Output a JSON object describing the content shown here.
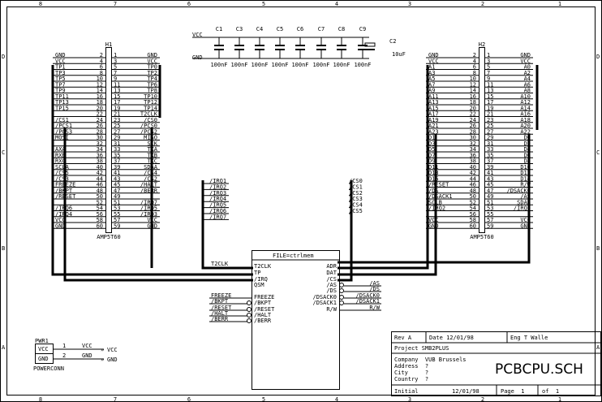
{
  "border": {
    "cols": [
      "8",
      "7",
      "6",
      "5",
      "4",
      "3",
      "2",
      "1"
    ],
    "rows": [
      "D",
      "C",
      "B",
      "A"
    ]
  },
  "caps": {
    "vcc": "VCC",
    "gnd": "GND",
    "names": [
      "C1",
      "C3",
      "C4",
      "C5",
      "C6",
      "C7",
      "C8",
      "C9"
    ],
    "values": [
      "100nF",
      "100nF",
      "100nF",
      "100nF",
      "100nF",
      "100nF",
      "100nF",
      "100nF"
    ],
    "c2_name": "C2",
    "c2_value": "10uF"
  },
  "h1": {
    "name": "H1",
    "part": "AMP5T60",
    "left": [
      [
        "GND",
        "2"
      ],
      [
        "VCC",
        "4"
      ],
      [
        "TP1",
        "6"
      ],
      [
        "TP3",
        "8"
      ],
      [
        "TP5",
        "10"
      ],
      [
        "TP7",
        "12"
      ],
      [
        "TP9",
        "14"
      ],
      [
        "TP11",
        "16"
      ],
      [
        "TP13",
        "18"
      ],
      [
        "TP15",
        "20"
      ],
      [
        "",
        "22"
      ],
      [
        "/CS1",
        "24"
      ],
      [
        "/PCS1",
        "26"
      ],
      [
        "/PCS3",
        "28"
      ],
      [
        "MOSI",
        "30"
      ],
      [
        "",
        "32"
      ],
      [
        "AXA",
        "34"
      ],
      [
        "RXB",
        "36"
      ],
      [
        "RXC",
        "38"
      ],
      [
        "SCLA",
        "40"
      ],
      [
        "/CS5",
        "42"
      ],
      [
        "/CS3",
        "44"
      ],
      [
        "FREEZE",
        "46"
      ],
      [
        "/BKPT",
        "48"
      ],
      [
        "/RESET",
        "50"
      ],
      [
        "",
        "52"
      ],
      [
        "/IRQ6",
        "54"
      ],
      [
        "/IRQ4",
        "56"
      ],
      [
        "VCC",
        "58"
      ],
      [
        "GND",
        "60"
      ]
    ],
    "right": [
      [
        "1",
        "GND"
      ],
      [
        "3",
        "VCC"
      ],
      [
        "5",
        "TP0"
      ],
      [
        "7",
        "TP2"
      ],
      [
        "9",
        "TP4"
      ],
      [
        "11",
        "TP6"
      ],
      [
        "13",
        "TP8"
      ],
      [
        "15",
        "TP10"
      ],
      [
        "17",
        "TP12"
      ],
      [
        "19",
        "TP14"
      ],
      [
        "21",
        "T2CLK"
      ],
      [
        "23",
        "/CS0"
      ],
      [
        "25",
        "/PCS0"
      ],
      [
        "27",
        "/PCS2"
      ],
      [
        "29",
        "MISO"
      ],
      [
        "31",
        "SCK"
      ],
      [
        "33",
        "TXA"
      ],
      [
        "35",
        "TXB"
      ],
      [
        "37",
        "TXC"
      ],
      [
        "39",
        "SDAA"
      ],
      [
        "41",
        "/CS4"
      ],
      [
        "43",
        "/CS2"
      ],
      [
        "45",
        "/HALT"
      ],
      [
        "47",
        "/BERR"
      ],
      [
        "49",
        ""
      ],
      [
        "51",
        "/IRQ7"
      ],
      [
        "53",
        "/IRQ5"
      ],
      [
        "55",
        "/IRQ3"
      ],
      [
        "57",
        "VCC"
      ],
      [
        "59",
        "GND"
      ]
    ]
  },
  "h2": {
    "name": "H2",
    "part": "AMP5T60",
    "left": [
      [
        "GND",
        "2"
      ],
      [
        "VCC",
        "4"
      ],
      [
        "A1",
        "6"
      ],
      [
        "A3",
        "8"
      ],
      [
        "A5",
        "10"
      ],
      [
        "A7",
        "12"
      ],
      [
        "A9",
        "14"
      ],
      [
        "A11",
        "16"
      ],
      [
        "A13",
        "18"
      ],
      [
        "A15",
        "20"
      ],
      [
        "A17",
        "22"
      ],
      [
        "A19",
        "24"
      ],
      [
        "A21",
        "26"
      ],
      [
        "A23",
        "28"
      ],
      [
        "D1",
        "30"
      ],
      [
        "D3",
        "32"
      ],
      [
        "D5",
        "34"
      ],
      [
        "D7",
        "36"
      ],
      [
        "D9",
        "38"
      ],
      [
        "D11",
        "40"
      ],
      [
        "D13",
        "42"
      ],
      [
        "D15",
        "44"
      ],
      [
        "/RESET",
        "46"
      ],
      [
        "/DS",
        "48"
      ],
      [
        "/DSACK1",
        "50"
      ],
      [
        "SCLB",
        "52"
      ],
      [
        "/IRQ2",
        "54"
      ],
      [
        "",
        "56"
      ],
      [
        "VCC",
        "58"
      ],
      [
        "GND",
        "60"
      ]
    ],
    "right": [
      [
        "1",
        "GND"
      ],
      [
        "3",
        "VCC"
      ],
      [
        "5",
        "A0"
      ],
      [
        "7",
        "A2"
      ],
      [
        "9",
        "A4"
      ],
      [
        "11",
        "A6"
      ],
      [
        "13",
        "A8"
      ],
      [
        "15",
        "A10"
      ],
      [
        "17",
        "A12"
      ],
      [
        "19",
        "A14"
      ],
      [
        "21",
        "A16"
      ],
      [
        "23",
        "A18"
      ],
      [
        "25",
        "A20"
      ],
      [
        "27",
        "A22"
      ],
      [
        "29",
        "D0"
      ],
      [
        "31",
        "D2"
      ],
      [
        "33",
        "D4"
      ],
      [
        "35",
        "D6"
      ],
      [
        "37",
        "D8"
      ],
      [
        "39",
        "D10"
      ],
      [
        "41",
        "D12"
      ],
      [
        "43",
        "D14"
      ],
      [
        "45",
        "R/W"
      ],
      [
        "47",
        "/DSACK0"
      ],
      [
        "49",
        "/AS"
      ],
      [
        "51",
        "SDAB"
      ],
      [
        "53",
        "/IRQ1"
      ],
      [
        "55",
        ""
      ],
      [
        "57",
        "VCC"
      ],
      [
        "59",
        "GND"
      ]
    ]
  },
  "irq_nets": [
    "/IRQ1",
    "/IRQ2",
    "/IRQ3",
    "/IRQ4",
    "/IRQ5",
    "/IRQ6",
    "/IRQ7"
  ],
  "cs_nets": [
    "/CS0",
    "/CS1",
    "/CS2",
    "/CS3",
    "/CS4",
    "/CS5"
  ],
  "sheet": {
    "title": "FILE=ctrlmem",
    "left_pins": [
      "T2CLK",
      "TP",
      "/IRQ",
      "QSM",
      "FREEZE",
      "/BKPT",
      "/RESET",
      "/HALT",
      "/BERR"
    ],
    "right_pins": [
      "ADR",
      "DAT",
      "/CS",
      "/AS",
      "/DS",
      "/DSACK0",
      "/DSACK1",
      "R/W"
    ],
    "left_nets": [
      "T2CLK",
      "FREEZE",
      "/BKPT",
      "/RESET",
      "/HALT",
      "/BERR"
    ],
    "right_nets": [
      "/AS",
      "/DS",
      "/DSACK0",
      "/DSACK1",
      "R/W"
    ]
  },
  "power": {
    "ref": "PWR1",
    "part": "POWERCONN",
    "pins": [
      {
        "name": "VCC",
        "num": "1",
        "net": "VCC",
        "port": "VCC"
      },
      {
        "name": "GND",
        "num": "2",
        "net": "GND",
        "port": "GND"
      }
    ]
  },
  "title_block": {
    "rev": "Rev A",
    "date": "Date  12/01/98",
    "eng": "Eng T  Walle",
    "project": "Project  SMB2PLUS",
    "company": "Company  VUB Brussels",
    "address": "Address  ?",
    "city": "City     ?",
    "country": "Country  ?",
    "filename": "PCBCPU.SCH",
    "initial": "Initial",
    "initial_date": "12/01/98",
    "page": "Page  1",
    "of": "of  1"
  }
}
